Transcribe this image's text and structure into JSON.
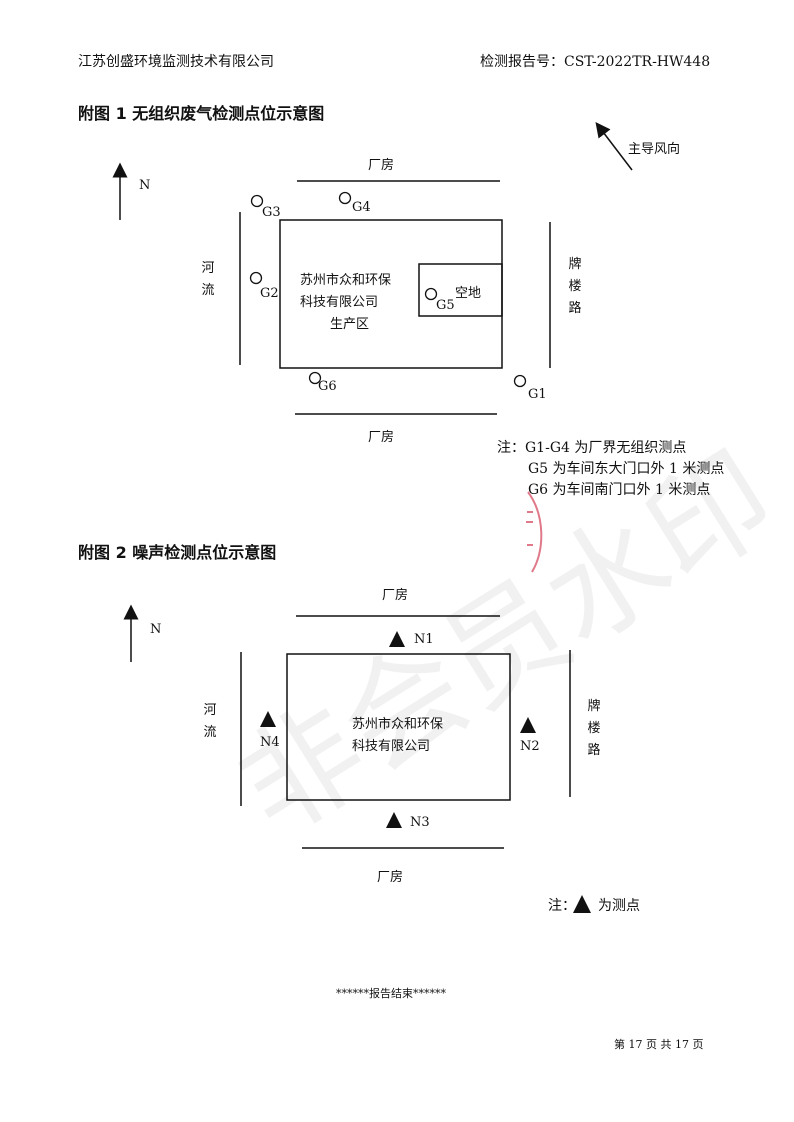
{
  "header": {
    "company": "江苏创盛环境监测技术有限公司",
    "report_no": "检测报告号：CST-2022TR-HW448"
  },
  "figure1": {
    "title": "附图 1  无组织废气检测点位示意图",
    "north": "N",
    "wind": "主导风向",
    "factory_top": "厂房",
    "factory_bottom": "厂房",
    "river": "河流",
    "road": "牌楼路",
    "site_lines": [
      "苏州市众和环保",
      "科技有限公司",
      "生产区"
    ],
    "open_space": "空地",
    "points": [
      "G1",
      "G2",
      "G3",
      "G4",
      "G5",
      "G6"
    ],
    "notes": [
      "注：G1-G4 为厂界无组织测点",
      "G5 为车间东大门口外 1 米测点",
      "G6 为车间南门口外 1 米测点"
    ]
  },
  "figure2": {
    "title": "附图 2  噪声检测点位示意图",
    "north": "N",
    "factory_top": "厂房",
    "factory_bottom": "厂房",
    "river": "河流",
    "road": "牌楼路",
    "site_lines": [
      "苏州市众和环保",
      "科技有限公司"
    ],
    "points": [
      "N1",
      "N2",
      "N3",
      "N4"
    ],
    "note_prefix": "注：",
    "note_suffix": "为测点"
  },
  "end_mark": "******报告结束******",
  "footer": "第 17 页  共 17 页",
  "watermark": "非会员水印"
}
